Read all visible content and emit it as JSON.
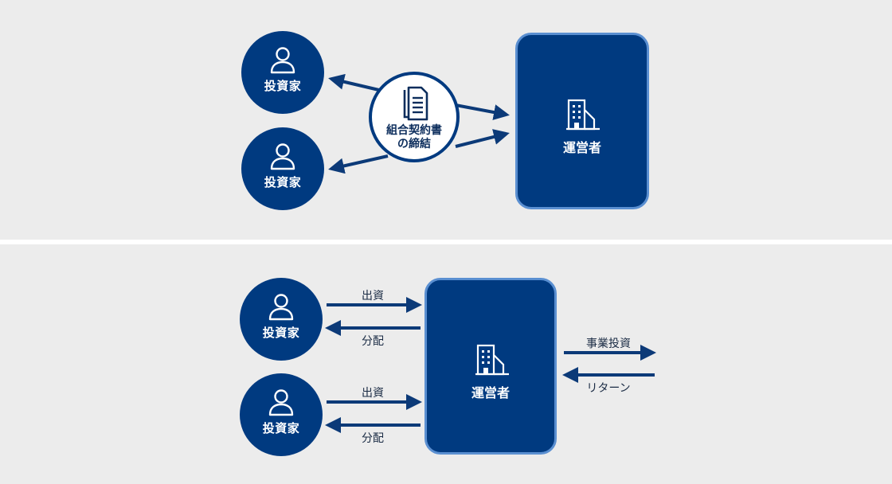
{
  "top_panel": {
    "investor_1_label": "投資家",
    "investor_2_label": "投資家",
    "contract_line_1": "組合契約書",
    "contract_line_2": "の締結",
    "operator_label": "運営者"
  },
  "bottom_panel": {
    "investor_1_label": "投資家",
    "investor_2_label": "投資家",
    "operator_label": "運営者",
    "investment_label_1": "出資",
    "distribution_label_1": "分配",
    "investment_label_2": "出資",
    "distribution_label_2": "分配",
    "business_investment_label": "事業投資",
    "return_label": "リターン"
  },
  "colors": {
    "navy": "#003a80",
    "box_border": "#5a8fd1",
    "panel_bg": "#ececec",
    "arrow": "#0c3a78"
  },
  "icons": [
    "person-icon",
    "building-icon",
    "document-icon"
  ]
}
